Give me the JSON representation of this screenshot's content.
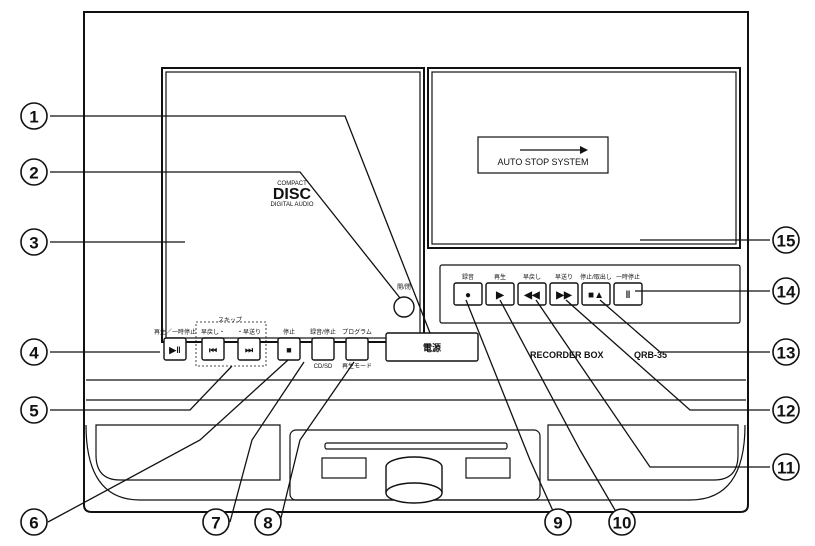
{
  "cd": {
    "logo": "DISC",
    "logo_top": "COMPACT",
    "logo_bottom": "DIGITAL AUDIO",
    "open_label": "開/閉",
    "buttons": [
      {
        "id": "play-pause",
        "glyph": "▶‖",
        "label": "再生／一時停止"
      },
      {
        "id": "prev",
        "glyph": "⏮",
        "label": "早戻し・"
      },
      {
        "id": "next",
        "glyph": "⏭",
        "label": "・早送り"
      },
      {
        "id": "stop",
        "glyph": "■",
        "label": "停止"
      },
      {
        "id": "ab",
        "glyph": "",
        "label": "録音/停止",
        "sub": "CD/SD"
      },
      {
        "id": "program",
        "glyph": "",
        "label": "プログラム",
        "sub": "再生モード"
      }
    ],
    "skip_group_label": "スキップ"
  },
  "power_label": "電源",
  "cassette": {
    "window_text": "AUTO STOP SYSTEM",
    "buttons": [
      {
        "id": "rec",
        "glyph": "●",
        "label": "録音"
      },
      {
        "id": "play",
        "glyph": "▶",
        "label": "再生"
      },
      {
        "id": "rew",
        "glyph": "◀◀",
        "label": "早戻し"
      },
      {
        "id": "ff",
        "glyph": "▶▶",
        "label": "早送り"
      },
      {
        "id": "stop-eject",
        "glyph": "■▲",
        "label": "停止/取出し"
      },
      {
        "id": "pause",
        "glyph": "‖",
        "label": "一時停止"
      }
    ]
  },
  "brand": "RECORDER BOX",
  "model": "QRB-35",
  "callouts": [
    "1",
    "2",
    "3",
    "4",
    "5",
    "6",
    "7",
    "8",
    "9",
    "10",
    "11",
    "12",
    "13",
    "14",
    "15"
  ]
}
